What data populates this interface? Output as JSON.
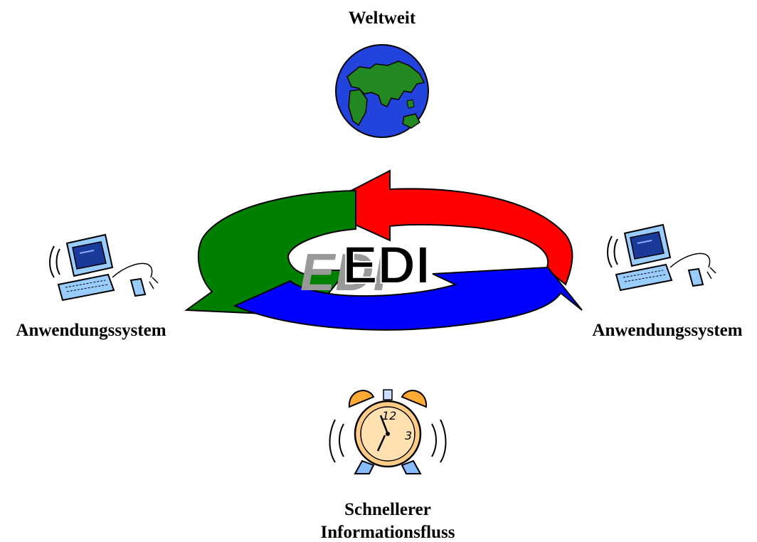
{
  "labels": {
    "top": "Weltweit",
    "left": "Anwendungssystem",
    "right": "Anwendungssystem",
    "bottom_line1": "Schnellerer",
    "bottom_line2": "Informationsfluss"
  },
  "center": {
    "text": "EDI"
  },
  "clock_numerals": {
    "twelve": "12",
    "three": "3"
  },
  "icons": {
    "top": "globe-icon",
    "left": "computer-icon",
    "right": "computer-icon",
    "bottom": "alarm-clock-icon"
  },
  "colors": {
    "arrow_red": "#ff0000",
    "arrow_green": "#008000",
    "arrow_blue": "#0000ff",
    "globe_ocean": "#2244dd",
    "globe_land": "#228822",
    "computer_body": "#99ccff",
    "clock_body": "#ffcc88"
  }
}
